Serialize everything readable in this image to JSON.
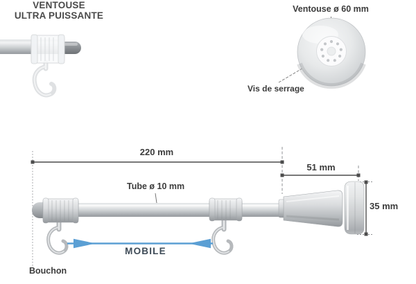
{
  "suction_detail": {
    "diameter_label": "Ventouse ø 60 mm",
    "screw_label": "Vis de serrage",
    "caption_line1": "VENTOUSE",
    "caption_line2": "ULTRA PUISSANTE"
  },
  "rod_diagram": {
    "total_length_label": "220 mm",
    "arm_length_label": "51 mm",
    "tube_label": "Tube ø 10 mm",
    "cup_height_label": "35 mm",
    "mobile_label": "MOBILE",
    "end_cap_label": "Bouchon"
  },
  "colors": {
    "accent_blue": "#5b9fd4",
    "text_dark": "#3c3c3c",
    "caption_gray": "#4a4a4a",
    "mobile_navy": "#3e4b57",
    "dimension_line": "#4c4c4c"
  }
}
